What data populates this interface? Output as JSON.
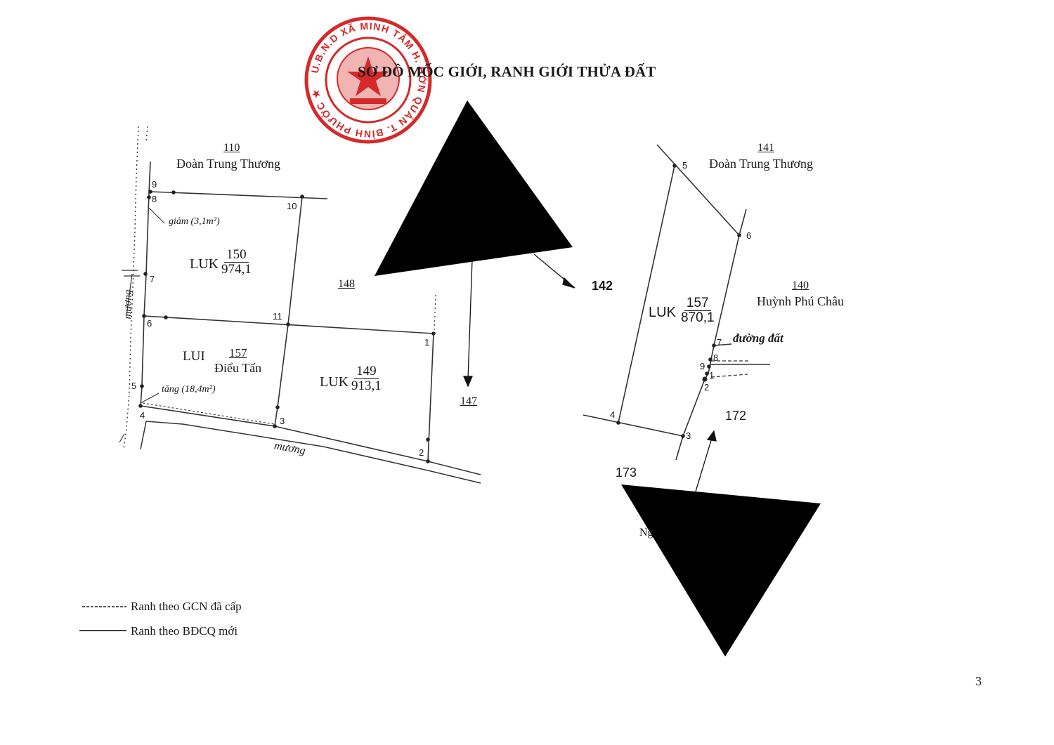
{
  "page": {
    "title": "SƠ ĐỒ MỐC GIỚI, RANH GIỚI THỬA ĐẤT",
    "page_number": "3"
  },
  "stamp": {
    "text": "U.B.N.D XÃ MINH TÂM H. HỚN QUẢN T. BÌNH PHƯỚC",
    "color": "#d42a2a"
  },
  "map_left": {
    "top_neighbor": {
      "number": "110",
      "owner": "Đoàn Trung Thương"
    },
    "parcel_150": {
      "land_type": "LUK",
      "number": "150",
      "area": "974,1"
    },
    "parcel_157": {
      "land_type": "LUI",
      "number": "157",
      "owner": "Điểu Tấn"
    },
    "parcel_149": {
      "land_type": "LUK",
      "number": "149",
      "area": "913,1"
    },
    "parcel_148": "148",
    "parcel_147": "147",
    "note_decrease": "giảm (3,1m²)",
    "note_increase": "tăng (18,4m²)",
    "canal_left": "mương",
    "canal_bottom": "mương",
    "points": [
      "9",
      "8",
      "10",
      "7",
      "6",
      "11",
      "1",
      "5",
      "4",
      "3",
      "2"
    ]
  },
  "map_right": {
    "top_neighbor": {
      "number": "141",
      "owner": "Đoàn Trung Thương"
    },
    "right_neighbor": {
      "number": "140",
      "owner": "Huỳnh Phú Châu"
    },
    "parcel_157": {
      "land_type": "LUK",
      "number": "157",
      "area": "870,1"
    },
    "parcel_142": "142",
    "parcel_172": "172",
    "parcel_173": "173",
    "dirt_road": "đường đất",
    "partial_text": "Ng",
    "points": [
      "5",
      "6",
      "7",
      "8",
      "9",
      "1",
      "2",
      "3",
      "4"
    ]
  },
  "legend": {
    "dashed_label": "Ranh theo GCN đã cấp",
    "solid_label": "Ranh theo BĐCQ mới"
  }
}
